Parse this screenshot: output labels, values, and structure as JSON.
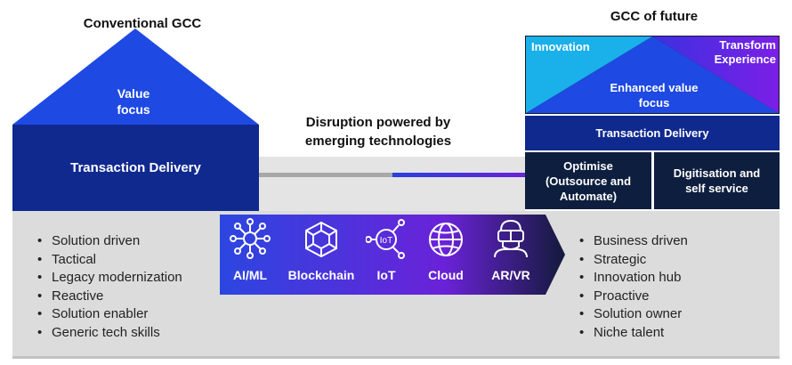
{
  "left": {
    "title": "Conventional GCC",
    "roof_line1": "Value",
    "roof_line2": "focus",
    "box": "Transaction Delivery",
    "bullets": [
      "Solution driven",
      "Tactical",
      "Legacy modernization",
      "Reactive",
      "Solution enabler",
      "Generic tech skills"
    ]
  },
  "middle": {
    "title_line1": "Disruption powered by",
    "title_line2": "emerging technologies",
    "technologies": [
      {
        "label": "AI/ML",
        "icon": "network-node-icon"
      },
      {
        "label": "Blockchain",
        "icon": "cube-icon"
      },
      {
        "label": "IoT",
        "icon": "iot-icon",
        "icon_text": "IoT"
      },
      {
        "label": "Cloud",
        "icon": "globe-icon"
      },
      {
        "label": "AR/VR",
        "icon": "vr-headset-icon"
      }
    ]
  },
  "right": {
    "title": "GCC of future",
    "innovation": "Innovation",
    "transform_line1": "Transform",
    "transform_line2": "Experience",
    "enhanced_line1": "Enhanced value",
    "enhanced_line2": "focus",
    "delivery": "Transaction Delivery",
    "optimise_line1": "Optimise",
    "optimise_line2": "(Outsource and",
    "optimise_line3": "Automate)",
    "digitisation_line1": "Digitisation and",
    "digitisation_line2": "self service",
    "bullets": [
      "Business driven",
      "Strategic",
      "Innovation hub",
      "Proactive",
      "Solution owner",
      "Niche talent"
    ]
  },
  "colors": {
    "navy": "#10298f",
    "royal": "#1e49e2",
    "cyan": "#1ab0ea",
    "purple": "#7b1fe6",
    "dark": "#0e1e3e"
  }
}
